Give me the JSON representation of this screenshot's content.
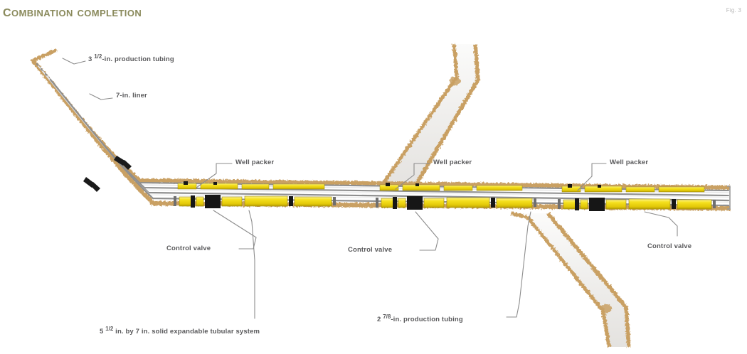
{
  "figure": {
    "title": "Combination completion",
    "fig_number": "Fig. 3"
  },
  "colors": {
    "title": "#8a8a5c",
    "fig_number": "#b9b9b9",
    "formation_edge": "#c9a063",
    "formation_edge_dark": "#a8854f",
    "open_hole_fill": "#f2f0ee",
    "casing_fill": "#ffffff",
    "tubing_gray": "#9a9a9a",
    "tubing_light": "#d8d8d8",
    "equipment_yellow": "#f0d91e",
    "equipment_yellow_dark": "#c9b411",
    "equipment_black": "#161616",
    "label_text": "#59595b",
    "leader_line": "#8c8c8c"
  },
  "labels": {
    "production_tubing_3half": {
      "text_pre": "3 ",
      "fraction": "1/2",
      "text_post": "-in. production tubing",
      "full": "3 1/2-in. production tubing"
    },
    "liner_7in": {
      "full": "7-in. liner"
    },
    "well_packer_1": {
      "full": "Well packer"
    },
    "well_packer_2": {
      "full": "Well packer"
    },
    "well_packer_3": {
      "full": "Well packer"
    },
    "control_valve_1": {
      "full": "Control valve"
    },
    "control_valve_2": {
      "full": "Control valve"
    },
    "control_valve_3": {
      "full": "Control valve"
    },
    "expandable_tubular": {
      "text_pre": "5 ",
      "fraction": "1/2",
      "text_post": " in. by 7 in. solid expandable tubular system",
      "full": "5 1/2 in. by 7 in. solid expandable tubular system"
    },
    "production_tubing_2seven": {
      "text_pre": "2 ",
      "fraction": "7/8",
      "text_post": "-in. production tubing",
      "full": "2 7/8-in. production tubing"
    }
  },
  "diagram": {
    "type": "wellbore-schematic",
    "description": "Multilateral oil well combination completion cross-section",
    "components": [
      "curved main wellbore from upper left",
      "horizontal main bore running left to right",
      "upper lateral branch near center",
      "lower lateral branch near right of center",
      "three well packer assemblies",
      "three control valve assemblies",
      "concentric production tubing strings"
    ]
  }
}
